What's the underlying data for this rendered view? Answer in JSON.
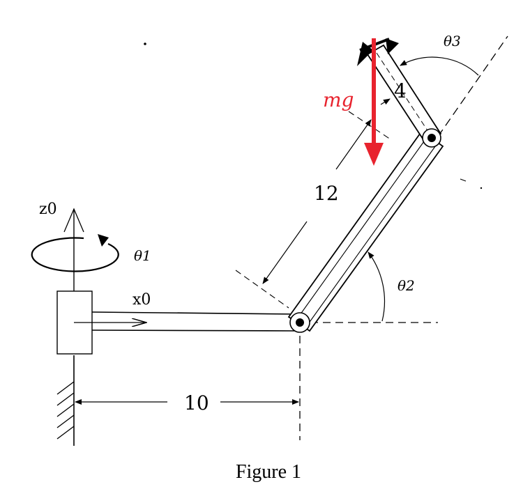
{
  "labels": {
    "z0": "z0",
    "x0": "x0",
    "theta1": "θ1",
    "theta2": "θ2",
    "theta3": "θ3",
    "base_length": "10",
    "link2_length": "12",
    "link3_length": "4",
    "weight": "mg"
  },
  "caption": "Figure 1",
  "colors": {
    "line": "#000000",
    "force": "#e8232e"
  }
}
